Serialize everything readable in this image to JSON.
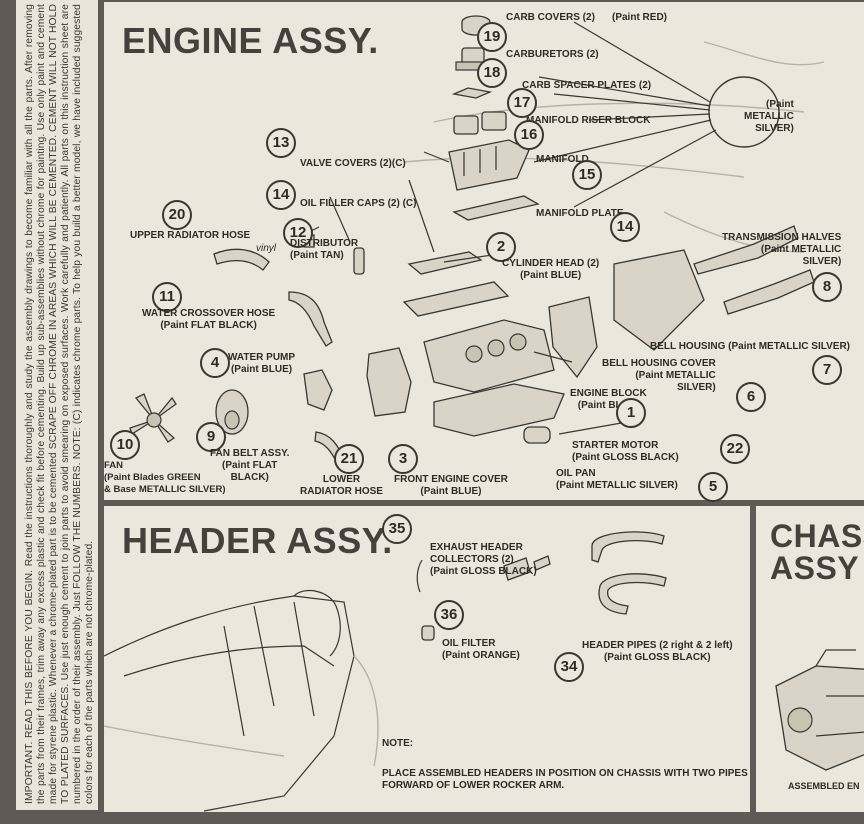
{
  "instructions": {
    "text": "IMPORTANT. READ THIS BEFORE YOU BEGIN. Read the instructions thoroughly and study the assembly drawings to become familiar with all the parts. After removing the parts from their frames, trim away any excess plastic and check fit before cementing. Build up sub-assemblies without chrome for painting. Use only paint and cement made for styrene plastic. Whenever a chrome-plated part is to be cemented SCRAPE OFF CHROME IN AREAS WHICH WILL BE CEMENTED. CEMENT WILL NOT HOLD TO PLATED SURFACES. Use just enough cement to join parts to avoid smearing on exposed surfaces. Work carefully and patiently. All parts on this instruction sheet are numbered in the order of their assembly. Just FOLLOW THE NUMBERS. NOTE: (C) indicates chrome parts. To help you build a better model, we have included suggested colors for each of the parts which are not chrome-plated."
  },
  "engine": {
    "title": "ENGINE ASSY.",
    "labels": {
      "carb_covers": "CARB COVERS (2)",
      "carb_covers_paint": "(Paint RED)",
      "carburetors": "CARBURETORS (2)",
      "carb_spacer": "CARB SPACER PLATES (2)",
      "riser": "MANIFOLD RISER BLOCK",
      "manifold": "MANIFOLD",
      "manifold_plate": "MANIFOLD PLATE",
      "paint_silver": "(Paint\nMETALLIC\nSILVER)",
      "valve_covers": "VALVE COVERS (2)(C)",
      "oil_filler": "OIL FILLER CAPS (2) (C)",
      "distributor": "DISTRIBUTOR\n(Paint TAN)",
      "upper_hose": "UPPER RADIATOR HOSE",
      "vinyl": "vinyl",
      "cyl_head": "CYLINDER HEAD (2)\n(Paint BLUE)",
      "trans_halves": "TRANSMISSION HALVES\n(Paint METALLIC\nSILVER)",
      "water_crossover": "WATER CROSSOVER HOSE\n(Paint FLAT BLACK)",
      "bell_housing": "BELL HOUSING  (Paint METALLIC SILVER)",
      "bell_cover": "BELL HOUSING COVER\n(Paint METALLIC\nSILVER)",
      "water_pump": "WATER PUMP\n(Paint BLUE)",
      "engine_block": "ENGINE BLOCK\n(Paint BLUE)",
      "starter": "STARTER MOTOR\n(Paint GLOSS BLACK)",
      "fan_belt": "FAN BELT ASSY.\n(Paint FLAT\nBLACK)",
      "fan": "FAN\n(Paint Blades GREEN\n& Base METALLIC SILVER)",
      "lower_hose": "LOWER\nRADIATOR HOSE",
      "front_cover": "FRONT ENGINE COVER\n(Paint BLUE)",
      "oil_pan": "OIL PAN\n(Paint METALLIC SILVER)"
    },
    "numbers": {
      "n19": "19",
      "n18": "18",
      "n17": "17",
      "n16": "16",
      "n15": "15",
      "n14a": "14",
      "n13": "13",
      "n14b": "14",
      "n12": "12",
      "n20": "20",
      "n2": "2",
      "n11": "11",
      "n8": "8",
      "n7": "7",
      "n4": "4",
      "n6": "6",
      "n1": "1",
      "n9": "9",
      "n10": "10",
      "n21": "21",
      "n3": "3",
      "n22": "22",
      "n5": "5"
    }
  },
  "header_assy": {
    "title": "HEADER ASSY.",
    "collectors": "EXHAUST HEADER\nCOLLECTORS (2)\n(Paint GLOSS BLACK)",
    "oil_filter": "OIL FILTER\n(Paint ORANGE)",
    "header_pipes": "HEADER PIPES (2 right & 2 left)\n(Paint GLOSS BLACK)",
    "note_label": "NOTE:",
    "note_text": "PLACE ASSEMBLED HEADERS IN POSITION ON CHASSIS WITH TWO PIPES\nFORWARD OF LOWER ROCKER ARM.",
    "n35": "35",
    "n36": "36",
    "n34": "34"
  },
  "chassis": {
    "title": "CHASS\nASSY",
    "caption": "ASSEMBLED EN"
  }
}
